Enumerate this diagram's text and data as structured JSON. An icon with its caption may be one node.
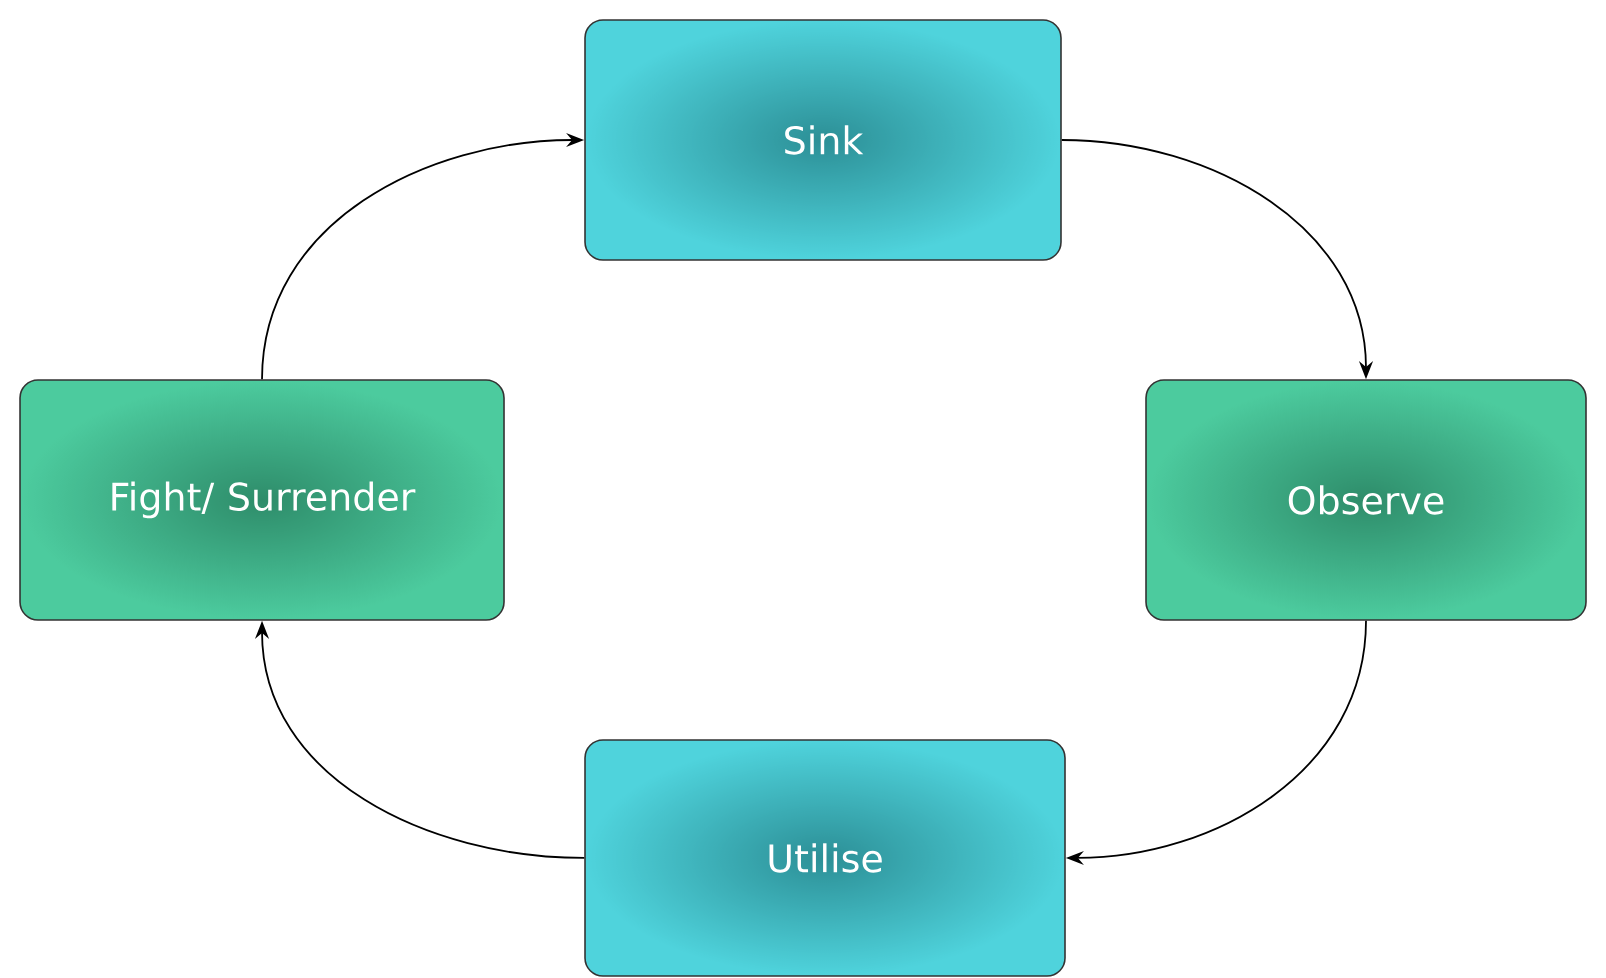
{
  "diagram": {
    "nodes": [
      {
        "text": [
          "Sink"
        ]
      },
      {
        "text": [
          "Observe"
        ]
      },
      {
        "text": [
          "Utilise"
        ]
      },
      {
        "text": [
          "Fight/ Surrender"
        ]
      }
    ],
    "edges": [
      {
        "from": 0,
        "to": 1,
        "arrow": "to"
      },
      {
        "from": 1,
        "to": 2,
        "arrow": "to"
      },
      {
        "from": 2,
        "to": 3,
        "arrow": "to"
      },
      {
        "from": 3,
        "to": 0,
        "arrow": "to"
      }
    ]
  }
}
